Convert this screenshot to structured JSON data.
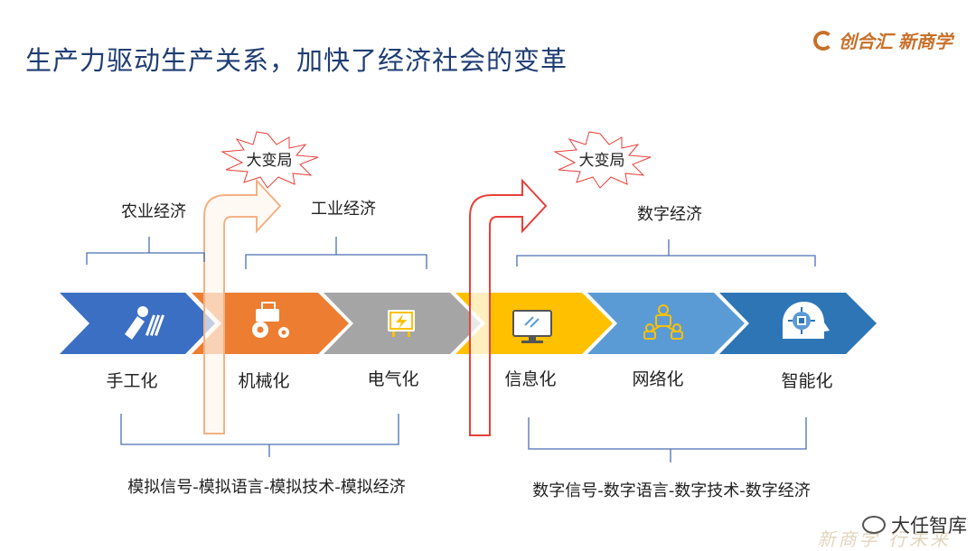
{
  "title": "生产力驱动生产关系，加快了经济社会的变革",
  "logo": {
    "brand": "创合汇",
    "sub": "新商学"
  },
  "colors": {
    "blue": "#3a6fc4",
    "orange": "#ec7d31",
    "gray": "#a5a5a5",
    "gold": "#ffc000",
    "lightblue": "#5b9bd5",
    "darkblue": "#2e75b6",
    "title": "#1f3d73"
  },
  "bursts": [
    "大变局",
    "大变局"
  ],
  "economies": [
    "农业经济",
    "工业经济",
    "数字经济"
  ],
  "stages": [
    {
      "label": "手工化",
      "icon": "farming-tools-icon"
    },
    {
      "label": "机械化",
      "icon": "tractor-icon"
    },
    {
      "label": "电气化",
      "icon": "electric-panel-icon"
    },
    {
      "label": "信息化",
      "icon": "computer-monitor-icon"
    },
    {
      "label": "网络化",
      "icon": "network-people-icon"
    },
    {
      "label": "智能化",
      "icon": "ai-head-icon"
    }
  ],
  "bottom": {
    "analog": "模拟信号-模拟语言-模拟技术-模拟经济",
    "digital": "数字信号-数字语言-数字技术-数字经济"
  },
  "watermark": {
    "account": "大任智库",
    "faint": "新商学 行未来"
  }
}
